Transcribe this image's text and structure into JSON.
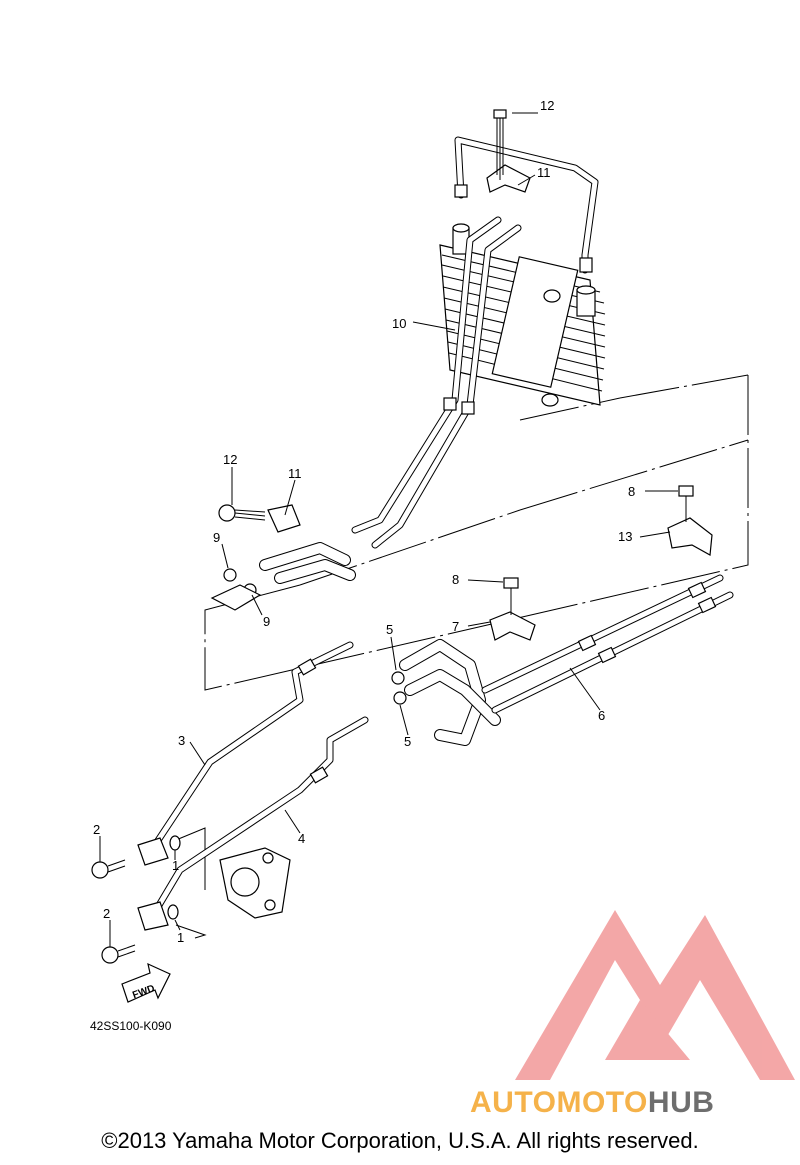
{
  "callouts": [
    {
      "label": "12"
    },
    {
      "label": "11"
    },
    {
      "label": "10"
    },
    {
      "label": "12"
    },
    {
      "label": "11"
    },
    {
      "label": "9"
    },
    {
      "label": "9"
    },
    {
      "label": "8"
    },
    {
      "label": "13"
    },
    {
      "label": "8"
    },
    {
      "label": "7"
    },
    {
      "label": "5"
    },
    {
      "label": "5"
    },
    {
      "label": "6"
    },
    {
      "label": "3"
    },
    {
      "label": "4"
    },
    {
      "label": "2"
    },
    {
      "label": "1"
    },
    {
      "label": "2"
    },
    {
      "label": "1"
    }
  ],
  "fwd_label": "FWD",
  "part_code": "42SS100-K090",
  "watermark": {
    "word1": "AUTOMOTO",
    "word2": "HUB",
    "color1": "#f5b24a",
    "color2": "#6e6e6e",
    "logo_color": "#f08a8a"
  },
  "copyright": "©2013 Yamaha Motor Corporation, U.S.A. All rights reserved."
}
